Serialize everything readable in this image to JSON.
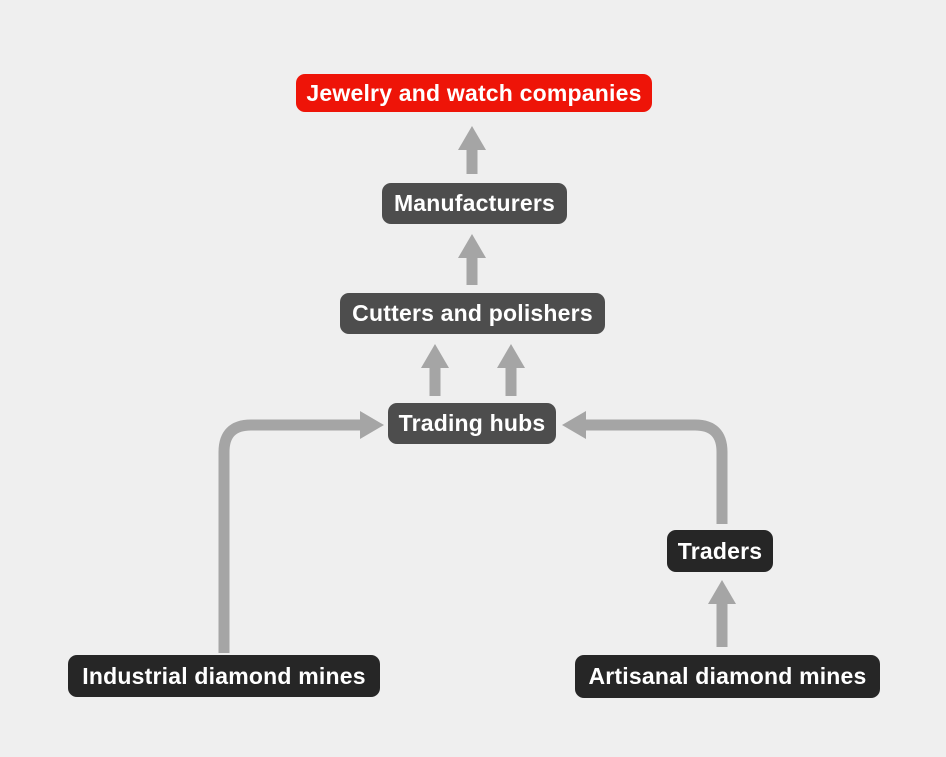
{
  "diagram": {
    "type": "flowchart",
    "subject": "Diamond supply chain",
    "nodes": {
      "jewelry": {
        "label": "Jewelry and watch companies",
        "color": "#ee1408",
        "shape": "rounded-rect"
      },
      "manufacturers": {
        "label": "Manufacturers",
        "color": "#4d4d4d",
        "shape": "rounded-rect"
      },
      "cutters": {
        "label": "Cutters and polishers",
        "color": "#4d4d4d",
        "shape": "rounded-rect"
      },
      "trading_hubs": {
        "label": "Trading hubs",
        "color": "#4d4d4d",
        "shape": "rounded-rect"
      },
      "traders": {
        "label": "Traders",
        "color": "#262626",
        "shape": "rounded-rect"
      },
      "industrial_mines": {
        "label": "Industrial diamond mines",
        "color": "#262626",
        "shape": "rounded-rect"
      },
      "artisanal_mines": {
        "label": "Artisanal diamond mines",
        "color": "#262626",
        "shape": "rounded-rect"
      }
    },
    "edges": [
      {
        "from": "manufacturers",
        "to": "jewelry",
        "style": "straight-up"
      },
      {
        "from": "cutters",
        "to": "manufacturers",
        "style": "straight-up"
      },
      {
        "from": "trading_hubs",
        "to": "cutters",
        "style": "straight-up-double"
      },
      {
        "from": "industrial_mines",
        "to": "trading_hubs",
        "style": "elbow-up-right"
      },
      {
        "from": "traders",
        "to": "trading_hubs",
        "style": "elbow-up-left"
      },
      {
        "from": "artisanal_mines",
        "to": "traders",
        "style": "straight-up"
      }
    ]
  },
  "colors": {
    "background": "#efefef",
    "accent_red": "#ee1408",
    "node_gray": "#4d4d4d",
    "node_black": "#262626",
    "arrow_gray": "#a5a5a5",
    "text_white": "#ffffff"
  }
}
